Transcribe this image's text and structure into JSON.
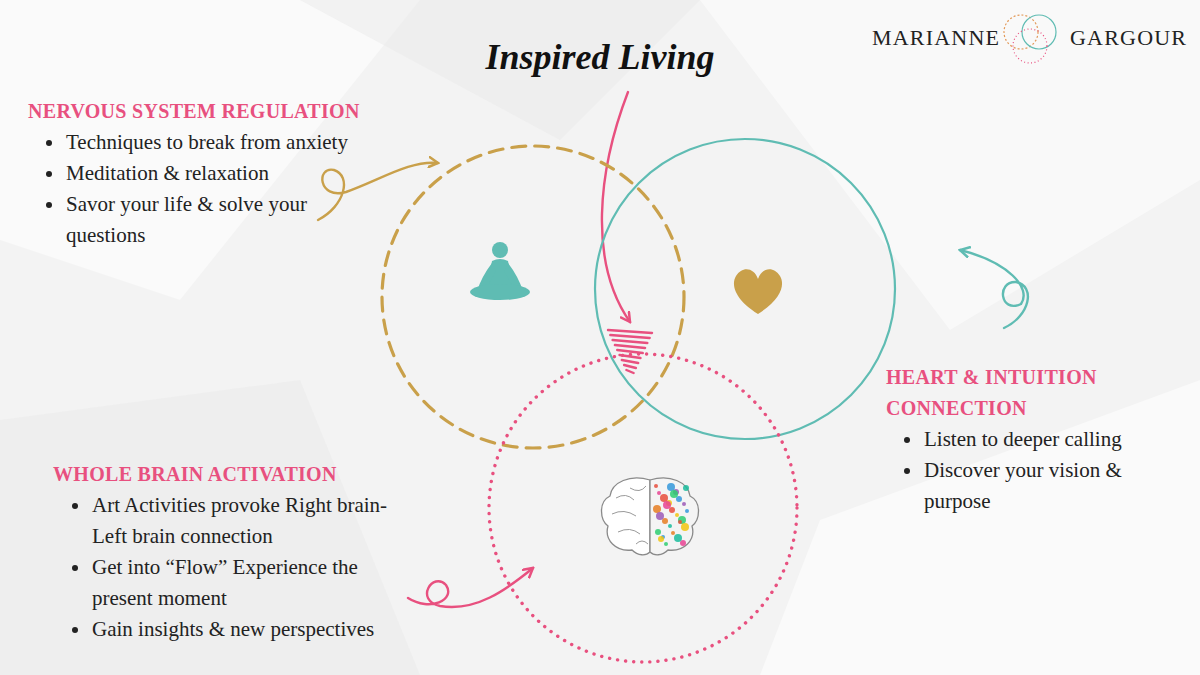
{
  "diagram": {
    "title": "Inspired Living",
    "nodes": [
      {
        "text": [
          "NERVOUS SYSTEM REGULATION",
          "Techniques to break from anxiety",
          "Meditation & relaxation",
          "Savor your life & solve your questions"
        ]
      },
      {
        "text": [
          "HEART & INTUITION CONNECTION",
          "Listen to deeper calling",
          "Discover your vision & purpose"
        ]
      },
      {
        "text": [
          "WHOLE BRAIN ACTIVATION",
          "Art Activities provoke Right brain-Left brain connection",
          "Get into “Flow” Experience the present moment",
          "Gain insights & new perspectives"
        ]
      }
    ],
    "labels": [
      "MARIANNE",
      "GARGOUR"
    ]
  }
}
